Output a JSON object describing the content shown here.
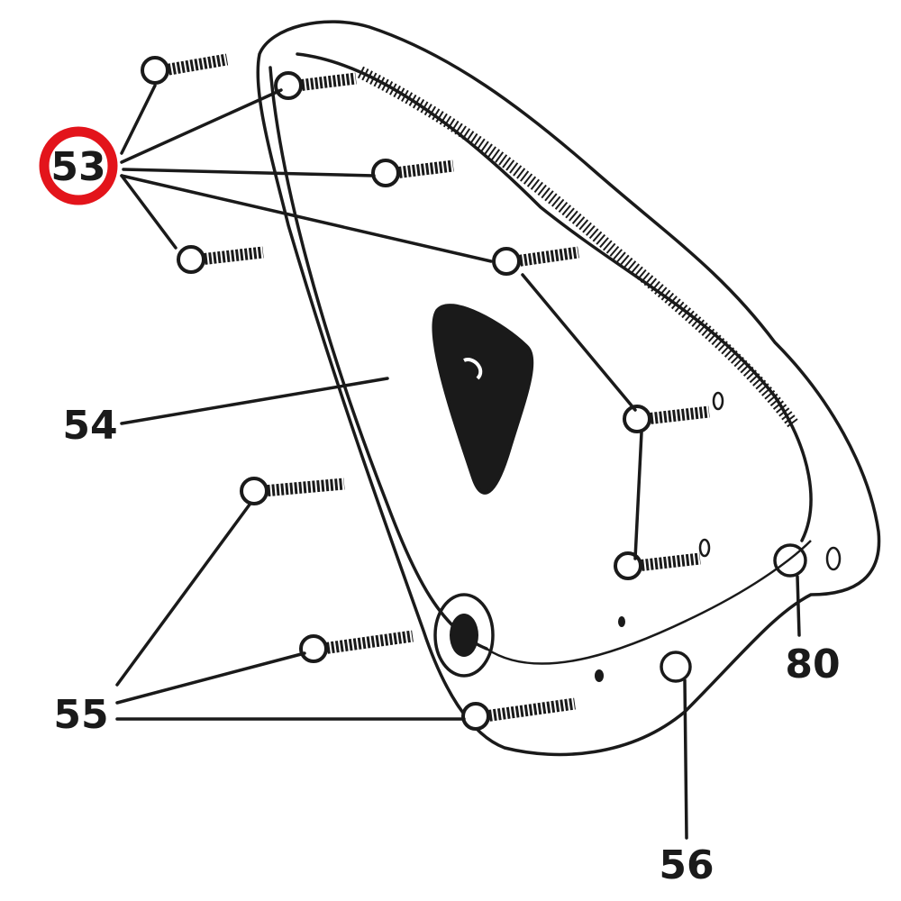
{
  "diagram": {
    "callouts": [
      {
        "id": "53",
        "text": "53",
        "highlighted": true
      },
      {
        "id": "54",
        "text": "54"
      },
      {
        "id": "55",
        "text": "55"
      },
      {
        "id": "56",
        "text": "56"
      },
      {
        "id": "80",
        "text": "80"
      }
    ],
    "highlight_color": "#e3141b",
    "ink_color": "#1a1a1a"
  }
}
